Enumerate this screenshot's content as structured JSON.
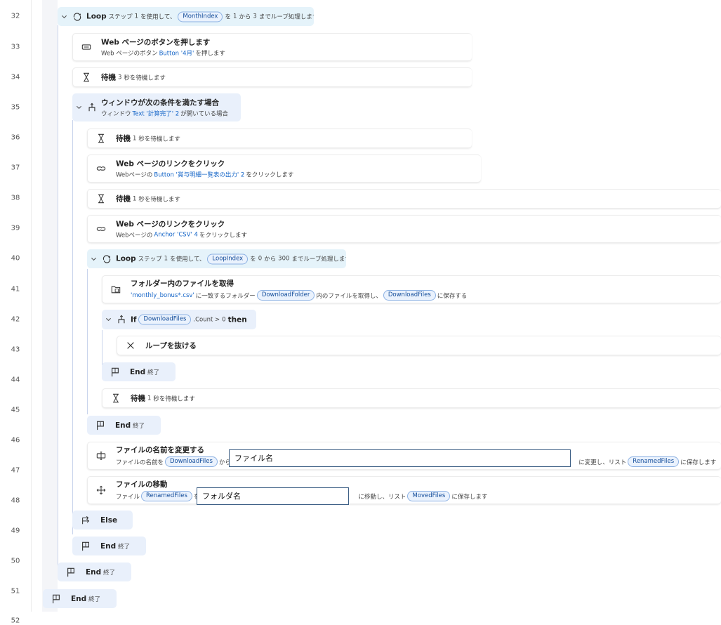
{
  "line_numbers": [
    "32",
    "33",
    "34",
    "35",
    "36",
    "37",
    "38",
    "39",
    "40",
    "41",
    "42",
    "43",
    "44",
    "45",
    "46",
    "47",
    "48",
    "49",
    "50",
    "51",
    "52"
  ],
  "l32": {
    "title": "Loop",
    "pre": "ステップ",
    "step": "1",
    "mid1": "を使用して、",
    "var": "MonthIndex",
    "mid2": "を",
    "from": "1",
    "mid3": "から",
    "to": "3",
    "post": "までループ処理します"
  },
  "l33": {
    "title": "Web ページのボタンを押します",
    "d_pre": "Web ページのボタン",
    "d_val": "Button '4月'",
    "d_post": "を押します"
  },
  "l34": {
    "title": "待機",
    "num": "3",
    "post": "秒を待機します"
  },
  "l35": {
    "title": "ウィンドウが次の条件を満たす場合",
    "d_pre": "ウィンドウ",
    "d_val": "Text '計算完了' 2",
    "d_post": "が開いている場合"
  },
  "l36": {
    "title": "待機",
    "num": "1",
    "post": "秒を待機します"
  },
  "l37": {
    "title": "Web ページのリンクをクリック",
    "d_pre": "Webページの",
    "d_val": "Button '賞与明細一覧表の出力' 2",
    "d_post": "をクリックします"
  },
  "l38": {
    "title": "待機",
    "num": "1",
    "post": "秒を待機します"
  },
  "l39": {
    "title": "Web ページのリンクをクリック",
    "d_pre": "Webページの",
    "d_val": "Anchor 'CSV' 4",
    "d_post": "をクリックします"
  },
  "l40": {
    "title": "Loop",
    "pre": "ステップ",
    "step": "1",
    "mid1": "を使用して、",
    "var": "LoopIndex",
    "mid2": "を",
    "from": "0",
    "mid3": "から",
    "to": "300",
    "post": "までループ処理します"
  },
  "l41": {
    "title": "フォルダー内のファイルを取得",
    "d_val": "'monthly_bonus*.csv'",
    "d_mid1": "に一致するフォルダー",
    "d_var1": "DownloadFolder",
    "d_mid2": "内のファイルを取得し、",
    "d_var2": "DownloadFiles",
    "d_post": "に保存する"
  },
  "l42": {
    "title": "If",
    "var": "DownloadFiles",
    "cond": ".Count >",
    "num": "0",
    "then": "then"
  },
  "l43": {
    "title": "ループを抜ける"
  },
  "l44": {
    "title": "End",
    "sub": "終了"
  },
  "l45": {
    "title": "待機",
    "num": "1",
    "post": "秒を待機します"
  },
  "l46": {
    "title": "End",
    "sub": "終了"
  },
  "l47": {
    "title": "ファイルの名前を変更する",
    "d_pre": "ファイルの名前を",
    "d_var": "DownloadFiles",
    "d_mid": "から",
    "d_quote": "'",
    "d_post1": "に変更し、リスト",
    "d_var2": "RenamedFiles",
    "d_post2": "に保存します",
    "input_value": "ファイル名"
  },
  "l48": {
    "title": "ファイルの移動",
    "d_pre": "ファイル",
    "d_var": "RenamedFiles",
    "d_mid": "を",
    "d_post1": "に移動し、リスト",
    "d_var2": "MovedFiles",
    "d_post2": "に保存します",
    "input_value": "フォルダ名"
  },
  "l49": {
    "title": "Else"
  },
  "l50": {
    "title": "End",
    "sub": "終了"
  },
  "l51": {
    "title": "End",
    "sub": "終了"
  },
  "l52": {
    "title": "End",
    "sub": "終了"
  },
  "colors": {
    "accent": "#1364c7",
    "control_bg": "#e9f0fb",
    "loop_bg": "#e5f3fa",
    "var_bg": "#eaf2fd"
  }
}
